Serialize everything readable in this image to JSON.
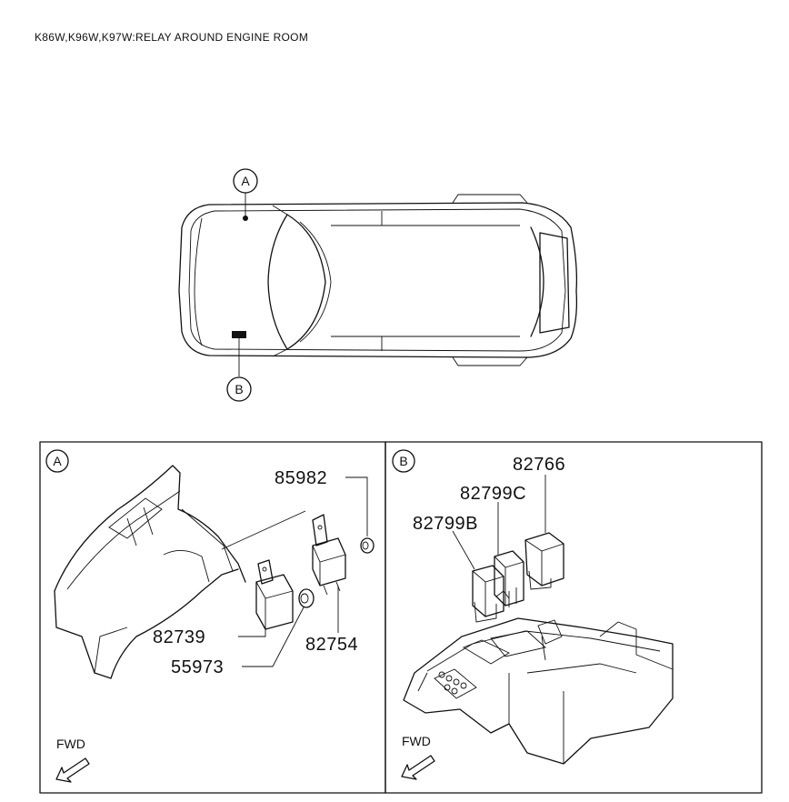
{
  "title": "K86W,K96W,K97W:RELAY AROUND ENGINE ROOM",
  "vehicle_callouts": {
    "a": "A",
    "b": "B"
  },
  "panel_a": {
    "label": "A",
    "parts": [
      "85982",
      "82739",
      "55973",
      "82754"
    ],
    "fwd": "FWD"
  },
  "panel_b": {
    "label": "B",
    "parts": [
      "82766",
      "82799C",
      "82799B"
    ],
    "fwd": "FWD"
  }
}
